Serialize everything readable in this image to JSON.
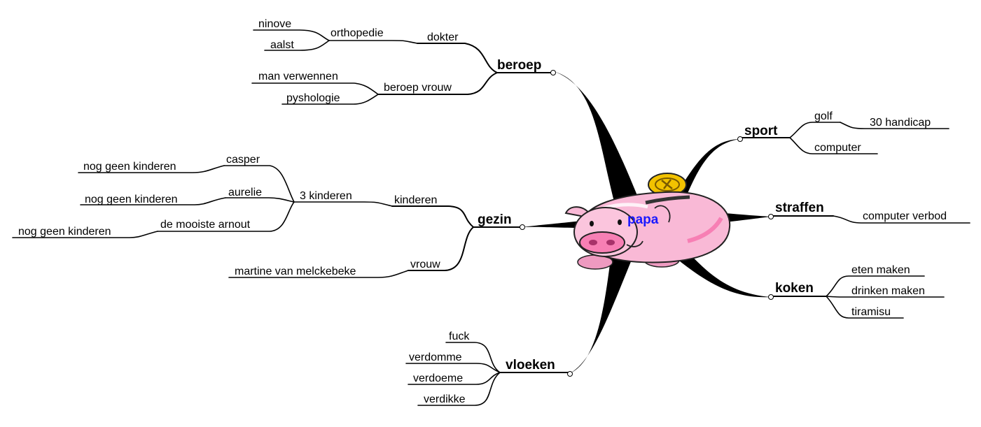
{
  "center": {
    "label": "papa"
  },
  "branches": {
    "beroep": {
      "label": "beroep",
      "dokter": {
        "label": "dokter",
        "orthopedie": {
          "label": "orthopedie",
          "items": [
            "ninove",
            "aalst"
          ]
        }
      },
      "beroep_vrouw": {
        "label": "beroep vrouw",
        "items": [
          "man verwennen",
          "pyshologie"
        ]
      }
    },
    "gezin": {
      "label": "gezin",
      "kinderen": {
        "label": "kinderen",
        "drie_kinderen": {
          "label": "3 kinderen",
          "children": [
            {
              "label": "casper",
              "note": "nog geen kinderen"
            },
            {
              "label": "aurelie",
              "note": "nog geen kinderen"
            },
            {
              "label": "de mooiste arnout",
              "note": "nog geen kinderen"
            }
          ]
        }
      },
      "vrouw": {
        "label": "vrouw",
        "items": [
          "martine van melckebeke"
        ]
      }
    },
    "vloeken": {
      "label": "vloeken",
      "items": [
        "fuck",
        "verdomme",
        "verdoeme",
        "verdikke"
      ]
    },
    "sport": {
      "label": "sport",
      "golf": {
        "label": "golf",
        "items": [
          "30 handicap"
        ]
      },
      "items": [
        "computer"
      ]
    },
    "straffen": {
      "label": "straffen",
      "items": [
        "computer verbod"
      ]
    },
    "koken": {
      "label": "koken",
      "items": [
        "eten maken",
        "drinken maken",
        "tiramisu"
      ]
    }
  },
  "colors": {
    "pig_body": "#f9b9d6",
    "pig_snout": "#f77fb4",
    "coin": "#f2c200",
    "center_text": "#1a1aff"
  },
  "icons": {
    "center": "piggy-bank-icon",
    "coin": "coin-icon"
  }
}
